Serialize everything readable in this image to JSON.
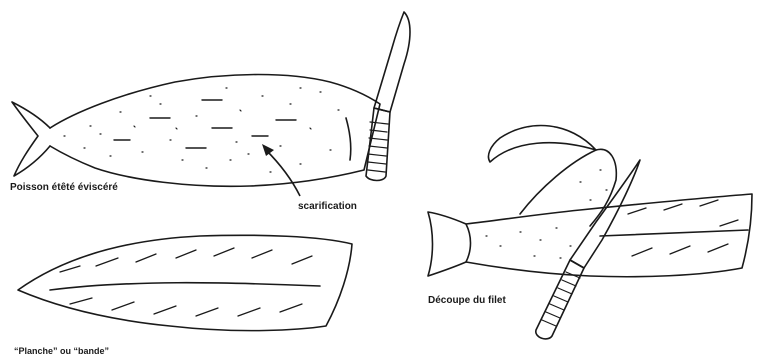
{
  "figure": {
    "label_gutted_fish": "Poisson étêté éviscéré",
    "label_scoring": "scarification",
    "label_fillet_cut": "Découpe du filet",
    "label_plank": "“Planche” ou “bande”"
  },
  "colors": {
    "ink": "#1a1a1a",
    "paper": "#ffffff"
  }
}
